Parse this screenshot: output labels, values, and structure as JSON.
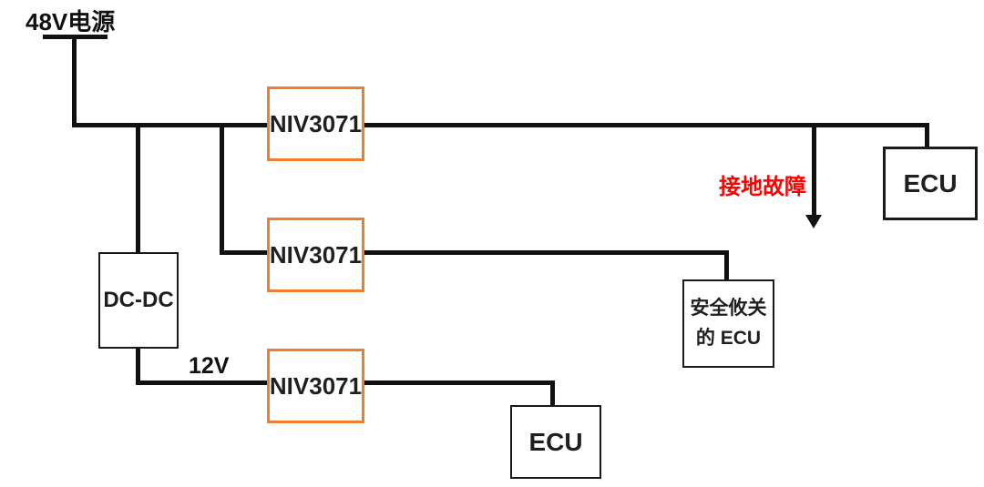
{
  "diagram": {
    "source_label": "48V电源",
    "bus_voltage_label": "12V",
    "fault_label": "接地故障",
    "converters": {
      "dcdc": "DC-DC",
      "niv1": "NIV3071",
      "niv2": "NIV3071",
      "niv3": "NIV3071"
    },
    "loads": {
      "ecu_top": "ECU",
      "ecu_safety_line1": "安全攸关",
      "ecu_safety_line2": "的 ECU",
      "ecu_bottom": "ECU"
    },
    "colors": {
      "wire": "#111111",
      "protector_border": "#ED7D31",
      "fault_text": "#FF0000",
      "background": "#FFFFFF"
    }
  }
}
